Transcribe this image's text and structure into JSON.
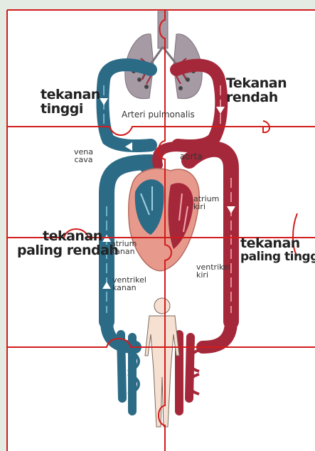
{
  "labels": {
    "tekanan_tinggi": [
      "tekanan",
      "tinggi"
    ],
    "tekanan_rendah": [
      "Tekanan",
      "rendah"
    ],
    "tekanan_paling_rendah": [
      "tekanan",
      "paling rendah"
    ],
    "tekanan_paling_tinggi": [
      "tekanan",
      "paling tinggi"
    ],
    "arteri_pulmonalis": "Arteri pulmonalis",
    "vena_cava": [
      "vena",
      "cava"
    ],
    "aorta": "aorta",
    "atrium_kiri": [
      "atrium",
      "kiri"
    ],
    "atrium_kanan": [
      "atrium",
      "kanan"
    ],
    "ventrikel_kanan": [
      "ventrikel",
      "kanan"
    ],
    "ventrikel_kiri": [
      "ventrikel",
      "kiri"
    ]
  },
  "colors": {
    "background": "#e4ebe2",
    "paper": "#ffffff",
    "deoxygenated_blood": "#2c6b86",
    "oxygenated_blood": "#a5283a",
    "heart": "#e79a8c",
    "lungs": "#a69aa4",
    "puzzle_lines": "#d21c1c",
    "body_figure": "#f6e0d1"
  },
  "icons": [
    "lungs-icon",
    "heart-icon",
    "human-body-icon",
    "flow-arrow-icon"
  ]
}
